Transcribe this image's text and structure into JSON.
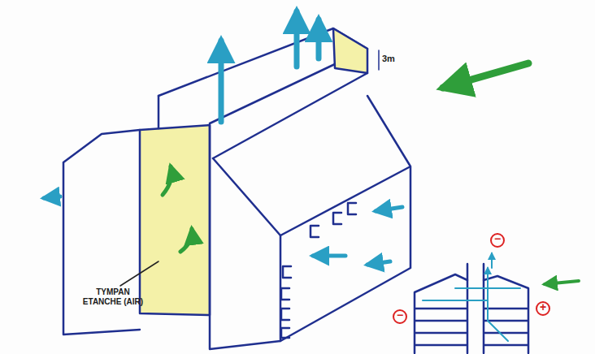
{
  "diagram": {
    "labels": [
      "3m",
      "TYMPAN ETANCHE (AIR)",
      "−",
      "−",
      "+"
    ]
  }
}
